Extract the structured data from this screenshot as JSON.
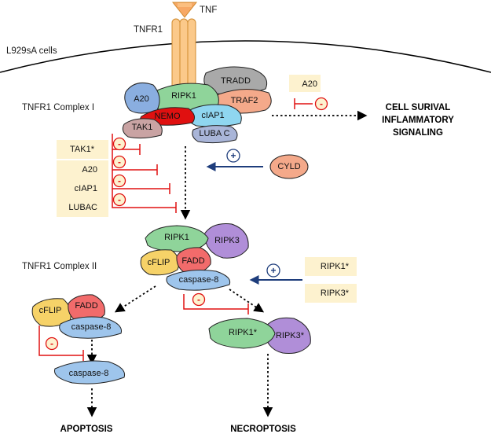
{
  "labels": {
    "tnf": "TNF",
    "tnfr1": "TNFR1",
    "cells": "L929sA cells",
    "complex1": "TNFR1 Complex I",
    "complex2": "TNFR1 Complex II",
    "survival_line1": "CELL SURIVAL",
    "survival_line2": "INFLAMMATORY",
    "survival_line3": "SIGNALING",
    "apoptosis": "APOPTOSIS",
    "necroptosis": "NECROPTOSIS"
  },
  "proteins": {
    "a20": "A20",
    "ripk1": "RIPK1",
    "tradd": "TRADD",
    "traf2": "TRAF2",
    "nemo": "NEMO",
    "ciap1": "cIAP1",
    "lubac": "LUBA C",
    "tak1": "TAK1",
    "cyld": "CYLD",
    "c2_ripk1": "RIPK1",
    "c2_ripk3": "RIPK3",
    "c2_cflip": "cFLIP",
    "c2_fadd": "FADD",
    "c2_casp8": "caspase-8",
    "ap_cflip": "cFLIP",
    "ap_fadd": "FADD",
    "ap_casp8": "caspase-8",
    "ap_casp8_active": "caspase-8",
    "nec_ripk1": "RIPK1*",
    "nec_ripk3": "RIPK3*"
  },
  "inhibitor_boxes": {
    "a20_top": "A20",
    "tak1_star": "TAK1*",
    "a20": "A20",
    "ciap1": "cIAP1",
    "lubac": "LUBAC",
    "ripk1_star": "RIPK1*",
    "ripk3_star": "RIPK3*"
  },
  "signs": {
    "minus": "-",
    "plus": "+"
  },
  "colors": {
    "a20": "#8aaee0",
    "ripk1": "#8fd49a",
    "tradd": "#a9a9a9",
    "traf2": "#f4a98a",
    "nemo": "#e01010",
    "ciap1": "#8fd6f0",
    "lubac": "#a9b5d8",
    "tak1": "#c9a3a3",
    "cyld": "#f4a98a",
    "ripk3": "#b08ed8",
    "cflip": "#f6d268",
    "fadd": "#f26b6b",
    "caspase8": "#9ec5ec",
    "receptor": "#fbc98a",
    "tnf": "#f7a865",
    "label_box": "#fdf2cf",
    "inhibit": "#e01010",
    "activate": "#1e3d7c"
  }
}
